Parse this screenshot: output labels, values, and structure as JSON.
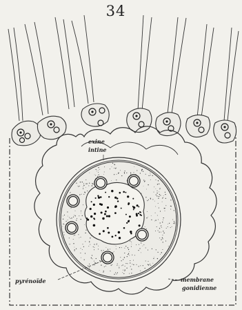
{
  "figure": {
    "plate_number": "34",
    "labels": {
      "exine": "exine",
      "intine": "intine",
      "pyrenoide": "pyrénoïde",
      "membrane": "membrane",
      "gonidienne": "gonidienne"
    }
  },
  "colors": {
    "paper": "#f2f1ec",
    "ink": "#222222",
    "cell_fill": "#ecebe6"
  }
}
